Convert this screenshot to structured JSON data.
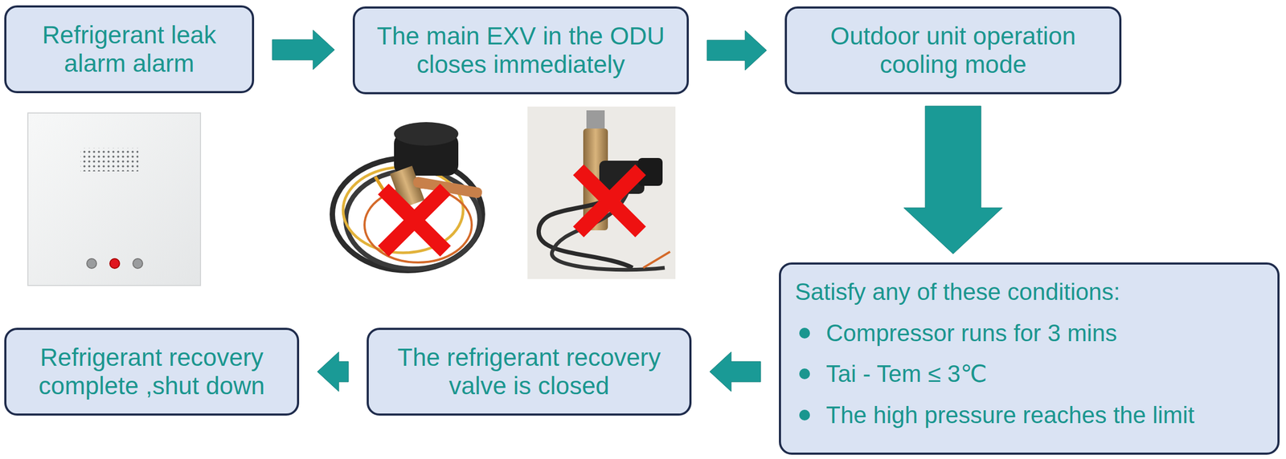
{
  "diagram": {
    "nodes": [
      {
        "text": [
          "Refrigerant leak alarm alarm"
        ]
      },
      {
        "text": [
          "The main EXV in the ODU closes immediately"
        ]
      },
      {
        "text": [
          "Outdoor unit operation cooling mode"
        ]
      },
      {
        "text": [
          "Satisfy any of these conditions:",
          "Compressor runs for 3 mins",
          "Tai - Tem ≤ 3℃",
          "The high pressure reaches the limit"
        ]
      },
      {
        "text": [
          "The refrigerant recovery valve is closed"
        ]
      },
      {
        "text": [
          "Refrigerant recovery complete ,shut down"
        ]
      }
    ],
    "edges": [
      {
        "from": 0,
        "to": 1,
        "arrow": "to"
      },
      {
        "from": 1,
        "to": 2,
        "arrow": "to"
      },
      {
        "from": 2,
        "to": 3,
        "arrow": "to"
      },
      {
        "from": 3,
        "to": 4,
        "arrow": "to"
      },
      {
        "from": 4,
        "to": 5,
        "arrow": "to"
      }
    ]
  }
}
